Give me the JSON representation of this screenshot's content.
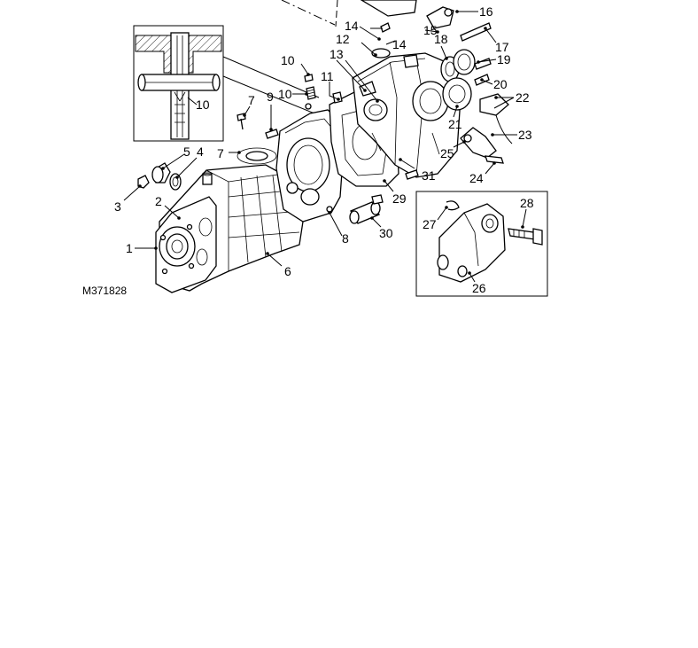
{
  "diagram": {
    "figure_ref": "M371828",
    "callouts": [
      "1",
      "2",
      "3",
      "4",
      "5",
      "6",
      "7",
      "7",
      "8",
      "9",
      "10",
      "10",
      "10",
      "11",
      "12",
      "13",
      "14",
      "14",
      "15",
      "16",
      "17",
      "18",
      "19",
      "20",
      "21",
      "22",
      "23",
      "24",
      "25",
      "26",
      "27",
      "28",
      "29",
      "30",
      "31"
    ]
  }
}
